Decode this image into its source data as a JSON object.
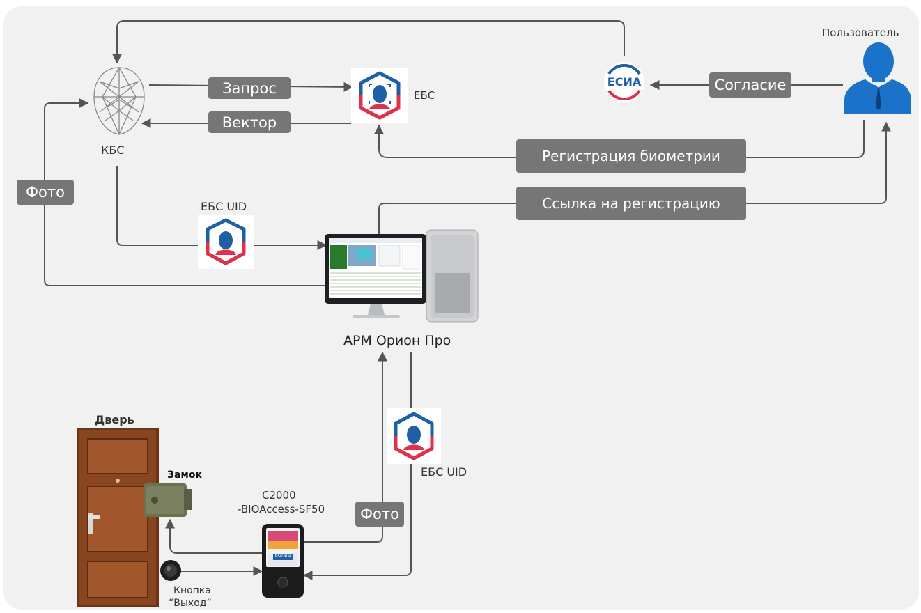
{
  "nodes": {
    "kbs": "КБС",
    "ebs": "ЕБС",
    "esia": "ЕСИА",
    "user": "Пользователь",
    "ebs_uid_top": "ЕБС UID",
    "ebs_uid_bottom": "ЕБС UID",
    "arm": "АРМ Орион Про",
    "door": "Дверь",
    "lock": "Замок",
    "reader_line1": "С2000",
    "reader_line2": "-BIOAccess-SF50",
    "button_line1": "Кнопка",
    "button_line2": "“Выход”",
    "reader_brand": "БОЛИД"
  },
  "edges": {
    "request": "Запрос",
    "vector": "Вектор",
    "consent": "Согласие",
    "bio_reg": "Регистрация биометрии",
    "reg_link": "Ссылка на регистрацию",
    "photo_left": "Фото",
    "photo_bottom": "Фото"
  },
  "colors": {
    "pill": "#767676",
    "line": "#555555",
    "user": "#1a73c9",
    "ebs_blue": "#1f5fa6",
    "ebs_red": "#e0314b",
    "door": "#6e3417",
    "lock": "#6c7150"
  }
}
